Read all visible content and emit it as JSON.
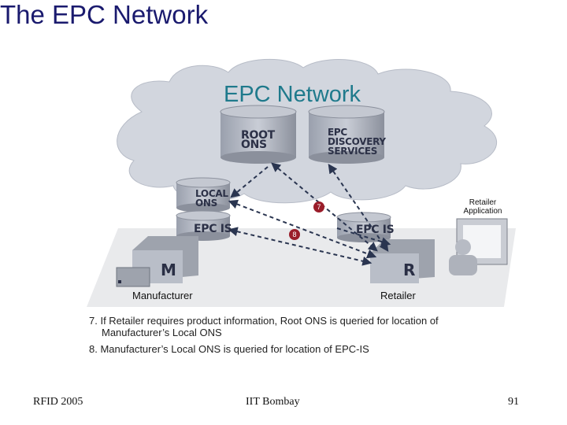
{
  "slide": {
    "title": "The EPC Network"
  },
  "diagram": {
    "cloud_label": "EPC Network",
    "servers": {
      "root_ons": [
        "ROOT",
        "ONS"
      ],
      "discovery": [
        "EPC",
        "DISCOVERY",
        "SERVICES"
      ],
      "local_ons": [
        "LOCAL",
        "ONS"
      ],
      "epc_is_manufacturer": "EPC IS",
      "epc_is_retailer": "EPC IS"
    },
    "buildings": {
      "manufacturer_letter": "M",
      "retailer_letter": "R"
    },
    "badges": {
      "step7": "7",
      "step8": "8"
    },
    "labels": {
      "retailer_application": [
        "Retailer",
        "Application"
      ],
      "manufacturer": "Manufacturer",
      "retailer": "Retailer"
    }
  },
  "notes": {
    "step7": [
      "7. If Retailer requires product information, Root ONS is queried for location of",
      "Manufacturer’s Local ONS"
    ],
    "step8": "8. Manufacturer’s Local ONS is queried for location of EPC-IS"
  },
  "footer": {
    "left": "RFID 2005",
    "center": "IIT Bombay",
    "page": "91"
  },
  "colors": {
    "title": "#1a1a6e",
    "cloud_text": "#1f7a8c",
    "cloud": "#d2d6de",
    "badge": "#9a1d2a",
    "arrow": "#2a3550"
  }
}
